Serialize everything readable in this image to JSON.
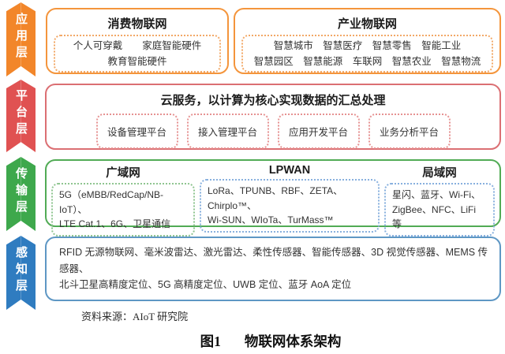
{
  "diagram": {
    "title_semantic": "IoT architecture diagram",
    "colors": {
      "application_orange": "#F2862A",
      "platform_red": "#E05252",
      "transport_green": "#3EA84C",
      "perception_blue": "#2F7CC0"
    },
    "layers": {
      "application": {
        "ribbon_label": "应用层",
        "boxes": {
          "consumer": {
            "title": "消费物联网",
            "line1": "个人可穿戴　　家庭智能硬件",
            "line2": "教育智能硬件"
          },
          "industry": {
            "title": "产业物联网",
            "line1": "智慧城市　智慧医疗　智慧零售　智能工业",
            "line2": "智慧园区　智慧能源　车联网　智慧农业　智慧物流"
          }
        }
      },
      "platform": {
        "ribbon_label": "平台层",
        "title": "云服务，以计算为核心实现数据的汇总处理",
        "items": [
          "设备管理平台",
          "接入管理平台",
          "应用开发平台",
          "业务分析平台"
        ]
      },
      "transport": {
        "ribbon_label": "传输层",
        "sections": {
          "wan": {
            "title": "广域网",
            "line1": "5G（eMBB/RedCap/NB-IoT）、",
            "line2": "LTE Cat.1、6G、卫星通信"
          },
          "lpwan": {
            "title": "LPWAN",
            "line1": "LoRa、TPUNB、RBF、ZETA、Chirplo™、",
            "line2": "Wi-SUN、WIoTa、TurMass™"
          },
          "lan": {
            "title": "局域网",
            "line1": "星闪、蓝牙、Wi-Fi、",
            "line2": "ZigBee、NFC、LiFi 等"
          }
        }
      },
      "perception": {
        "ribbon_label": "感知层",
        "line1": "RFID 无源物联网、毫米波雷达、激光雷达、柔性传感器、智能传感器、3D 视觉传感器、MEMS 传感器、",
        "line2": "北斗卫星高精度定位、5G 高精度定位、UWB 定位、蓝牙 AoA 定位"
      }
    },
    "footer": {
      "source": "资料来源：AIoT 研究院",
      "figure_label": "图1",
      "figure_title": "物联网体系架构"
    }
  }
}
